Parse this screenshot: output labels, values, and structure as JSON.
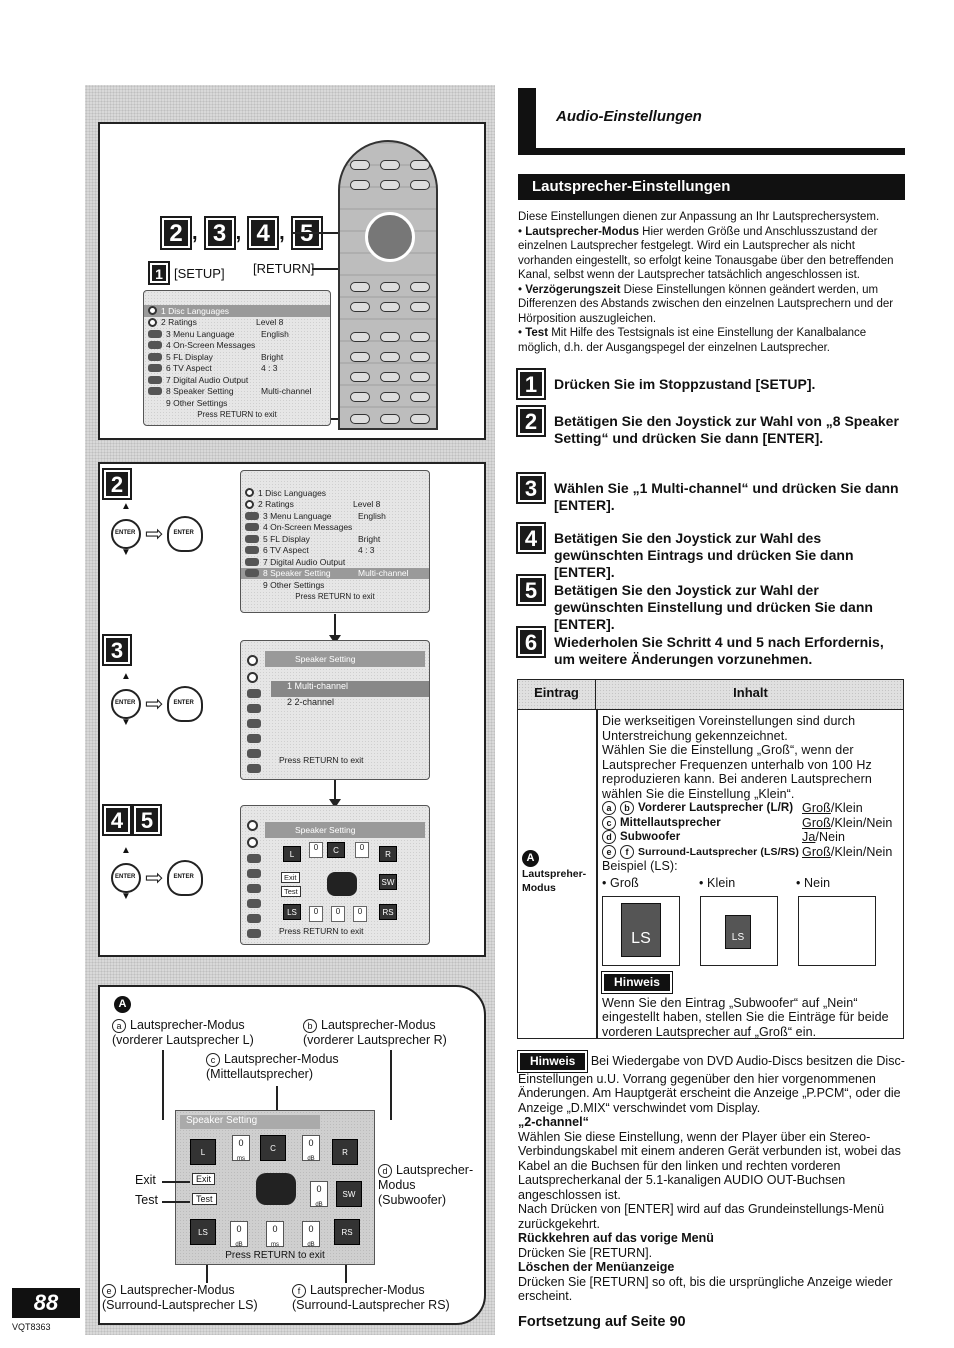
{
  "header": {
    "title": "Audio-Einstellungen",
    "section": "Lautsprecher-Einstellungen"
  },
  "intro": {
    "lead": "Diese Einstellungen dienen zur Anpassung an Ihr Lautsprechersystem.",
    "bullets": [
      {
        "term": "Lautsprecher-Modus",
        "text": " Hier werden Größe und Anschlusszustand der einzelnen Lautsprecher festgelegt. Wird ein Lautsprecher als nicht vorhanden eingestellt, so erfolgt keine Tonausgabe über den betreffenden Kanal, selbst wenn der Lautsprecher tatsächlich angeschlossen ist."
      },
      {
        "term": "Verzögerungszeit",
        "text": " Diese Einstellungen können geändert werden, um Differenzen des Abstands zwischen den einzelnen Lautsprechern und der Hörposition auszugleichen."
      },
      {
        "term": "Test",
        "text": " Mit Hilfe des Testsignals ist eine Einstellung der Kanalbalance möglich, d.h. der Ausgangspegel der einzelnen Lautsprecher."
      }
    ]
  },
  "steps": [
    {
      "num": "1",
      "text": "Drücken Sie im Stoppzustand [SETUP]."
    },
    {
      "num": "2",
      "text": "Betätigen Sie den Joystick zur Wahl von „8 Speaker Setting“ und drücken Sie dann [ENTER]."
    },
    {
      "num": "3",
      "text": "Wählen Sie „1 Multi-channel“ und drücken Sie dann [ENTER]."
    },
    {
      "num": "4",
      "text": "Betätigen Sie den Joystick zur Wahl des gewünschten Eintrags und drücken Sie dann [ENTER]."
    },
    {
      "num": "5",
      "text": "Betätigen Sie den Joystick zur Wahl der gewünschten Einstellung und drücken Sie dann [ENTER]."
    },
    {
      "num": "6",
      "text": "Wiederholen Sie Schritt 4 und 5 nach Erfordernis, um weitere Änderungen vorzunehmen."
    }
  ],
  "table": {
    "col1": "Eintrag",
    "col2": "Inhalt",
    "row_marker": "A",
    "row_label": "Lautspreher-Modus",
    "para1": "Die werkseitigen Voreinstellungen sind durch Unterstreichung gekennzeichnet.",
    "para2": "Wählen Sie die Einstellung „Groß“, wenn der Lautsprecher Frequenzen unterhalb von 100 Hz reproduzieren kann. Bei anderen Lautsprechern wählen Sie die Einstellung „Klein“.",
    "speakers": [
      {
        "marks": "a b",
        "name": "Vorderer Lautsprecher (L/R)",
        "default": "Groß",
        "rest": "/Klein"
      },
      {
        "marks": "c",
        "name": "Mittellautsprecher",
        "default": "Groß",
        "rest": "/Klein/Nein"
      },
      {
        "marks": "d",
        "name": "Subwoofer",
        "default": "Ja",
        "rest": "/Nein"
      },
      {
        "marks": "e f",
        "name": "Surround-Lautsprecher (LS/RS)",
        "default": "Groß",
        "rest": "/Klein/Nein"
      }
    ],
    "example_label": "Beispiel (LS):",
    "example_options": [
      "• Groß",
      "• Klein",
      "• Nein"
    ],
    "example_icon": "LS",
    "hinweis": "Hinweis",
    "hinweis_text": "Wenn Sie den Eintrag „Subwoofer“ auf „Nein“ eingestellt haben, stellen Sie die Einträge für beide vorderen Lautsprecher auf „Groß“ ein."
  },
  "note": {
    "tag": "Hinweis",
    "text": " Bei Wiedergabe von DVD Audio-Discs besitzen die Disc-Einstellungen u.U. Vorrang gegenüber den hier vorgenommenen Änderungen. Am Hauptgerät erscheint die Anzeige „P.PCM“, oder die Anzeige „D.MIX“ verschwindet vom Display.",
    "h2ch": "„2-channel“",
    "t2ch": "Wählen Sie diese Einstellung, wenn der Player über ein Stereo-Verbindungskabel mit einem anderen Gerät verbunden ist, wobei das Kabel an die Buchsen für den linken und rechten vorderen Lautsprecherkanal der 5.1-kanaligen AUDIO OUT-Buchsen angeschlossen ist.",
    "tenter": "Nach Drücken von [ENTER] wird auf das Grundeinstellungs-Menü zurückgekehrt.",
    "hback": "Rückkehren auf das vorige Menü",
    "tback": "Drücken Sie [RETURN].",
    "hclear": "Löschen der Menüanzeige",
    "tclear": "Drücken Sie [RETURN] so oft, bis die ursprüngliche Anzeige wieder erscheint."
  },
  "continuation": "Fortsetzung auf Seite 90",
  "footer": {
    "page": "88",
    "code": "VQT8363"
  },
  "illustration": {
    "step_labels": [
      "2",
      "3",
      "4",
      "5"
    ],
    "setup_num": "1",
    "setup_label": "[SETUP]",
    "return_label": "[RETURN]",
    "menu_rows": [
      {
        "label": "1 Disc Languages",
        "value": ""
      },
      {
        "label": "2 Ratings",
        "value": "Level 8"
      },
      {
        "label": "3 Menu Language",
        "value": "English"
      },
      {
        "label": "4 On-Screen Messages",
        "value": ""
      },
      {
        "label": "5 FL Display",
        "value": "Bright"
      },
      {
        "label": "6 TV Aspect",
        "value": "4 : 3"
      },
      {
        "label": "7 Digital Audio Output",
        "value": ""
      },
      {
        "label": "8 Speaker Setting",
        "value": "Multi-channel"
      },
      {
        "label": "9 Other Settings",
        "value": ""
      }
    ],
    "menu_footer": "Press RETURN to exit",
    "speaker_head": "Speaker Setting",
    "speaker_opts": [
      "1 Multi-channel",
      "2 2-channel"
    ],
    "enter": "ENTER",
    "spk_labels": {
      "L": "L",
      "C": "C",
      "R": "R",
      "SW": "SW",
      "LS": "LS",
      "RS": "RS",
      "exit": "Exit",
      "test": "Test"
    },
    "val0": "0",
    "unit_ms": "ms",
    "unit_db": "dB",
    "a_marker": "A",
    "callouts": {
      "a": "Lautsprecher-Modus\n(vorderer Lautsprecher L)",
      "b": "Lautsprecher-Modus\n(vorderer Lautsprecher R)",
      "c": "Lautsprecher-Modus\n(Mittellautsprecher)",
      "d": "Lautsprecher-\nModus\n(Subwoofer)",
      "e": "Lautsprecher-Modus\n(Surround-Lautsprecher LS)",
      "f": "Lautsprecher-Modus\n(Surround-Lautsprecher RS)",
      "exit": "Exit",
      "test": "Test"
    }
  }
}
